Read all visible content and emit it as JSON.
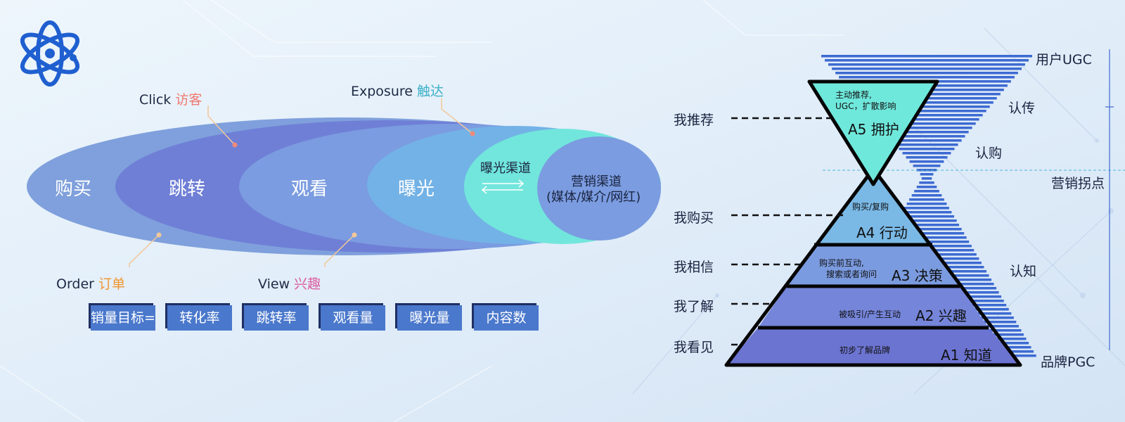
{
  "colors": {
    "bg_start": "#eaf3fb",
    "bg_end": "#d8e7f6",
    "ellipse_outer": "#7fa0dc",
    "ellipse_click": "#6f7fd6",
    "ellipse_view": "#7b9ce0",
    "ellipse_expose": "#73b2e6",
    "ellipse_channel": "#72e6dc",
    "ellipse_marketing": "#7b9ce0",
    "formula_box": "#4a78cc",
    "tier_a5": "#6fe8dc",
    "tier_a4": "#7ab9e6",
    "tier_a3": "#7b9be0",
    "tier_a2": "#7585da",
    "tier_a1": "#6c74d2",
    "hourglass": "#3d6ad2",
    "accent_red": "#ef7a72",
    "accent_teal": "#3cb0c8",
    "accent_orange": "#f0962e",
    "accent_pink": "#dd5ca0"
  },
  "funnel": {
    "callouts": {
      "click_en": "Click",
      "click_cn": "访客",
      "exposure_en": "Exposure",
      "exposure_cn": "触达",
      "order_en": "Order",
      "order_cn": "订单",
      "view_en": "View",
      "view_cn": "兴趣"
    },
    "ellipses": {
      "buy": "购买",
      "jump": "跳转",
      "watch": "观看",
      "expose": "曝光",
      "channel": "曝光渠道",
      "marketing_line1": "营销渠道",
      "marketing_line2": "(媒体/媒介/网红)"
    },
    "formula": [
      "销量目标=",
      "转化率",
      "跳转率",
      "观看量",
      "曝光量",
      "内容数"
    ]
  },
  "pyramid": {
    "levels": [
      "我推荐",
      "我购买",
      "我相信",
      "我了解",
      "我看见"
    ],
    "tiers": {
      "a5_desc_line1": "主动推荐,",
      "a5_desc_line2": "UGC，扩散影响",
      "a5_name": "A5 拥护",
      "a4_desc": "购买/复购",
      "a4_name": "A4 行动",
      "a3_desc_line1": "购买前互动,",
      "a3_desc_line2": "搜索或者询问",
      "a3_name": "A3 决策",
      "a2_desc": "被吸引/产生互动",
      "a2_name": "A2 兴趣",
      "a1_desc": "初步了解品牌",
      "a1_name": "A1 知道"
    },
    "side": {
      "ugc": "用户UGC",
      "spread": "认传",
      "buy": "认购",
      "turning": "营销拐点",
      "know": "认知",
      "pgc": "品牌PGC"
    }
  },
  "logo": {
    "icon": "atom-icon"
  }
}
